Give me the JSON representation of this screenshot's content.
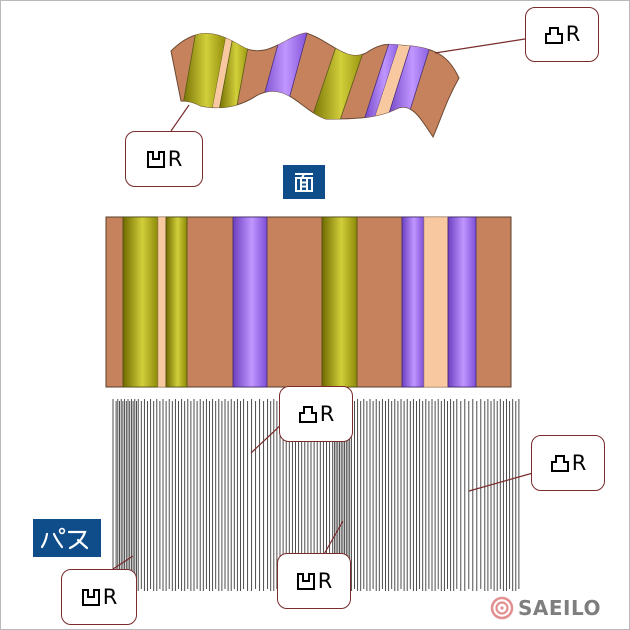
{
  "colors": {
    "copper": "#c6825c",
    "olive": "#b9b51d",
    "violet": "#9a62e0",
    "peach": "#f8c9a0",
    "badge": "#0e4d8a",
    "callout_border": "#7a2b2b",
    "pass_lines": "#3a3a3a"
  },
  "labels": {
    "surface": "面",
    "pass": "パス"
  },
  "callouts": {
    "wave_convex": "凸R",
    "wave_concave": "凹R",
    "pass_convex_center": "凸R",
    "pass_convex_right": "凸R",
    "pass_concave_center": "凹R",
    "pass_concave_left": "凹R"
  },
  "logo": {
    "text": "SAEILO",
    "icon": "swirl-logo-icon"
  }
}
